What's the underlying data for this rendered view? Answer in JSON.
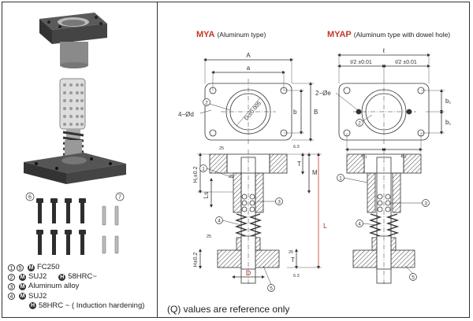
{
  "titles": {
    "mya_code": "MYA",
    "mya_desc": "(Aluminum type)",
    "myap_code": "MYAP",
    "myap_desc": "(Aluminum type with dowel hole)"
  },
  "dims": {
    "A": "A",
    "a": "a",
    "B": "B",
    "b": "b",
    "d": "4−Ød",
    "D1": "D₁±0.005",
    "e": "2−Øe",
    "l": "ℓ",
    "l2": "ℓ/2 ±0.01",
    "a1": "a₁",
    "b1": "b₁",
    "H1": "H₁±0.2",
    "H": "H±0.2",
    "Ls": "Ls",
    "L": "L",
    "M": "M",
    "T": "T",
    "D": "D",
    "r63": "6.3",
    "r25": "25"
  },
  "parts": [
    "1",
    "2",
    "3",
    "4",
    "5",
    "6",
    "7"
  ],
  "legend": {
    "r1_mark": "1",
    "r1_mark2": "5",
    "r1_text": "FC250",
    "r2_mark": "2",
    "r2_text": "SUJ2",
    "r2_text2": "58HRC~",
    "r3_mark": "3",
    "r3_text": "Aluminum alloy",
    "r4_mark": "4",
    "r4_text": "SUJ2",
    "r5_text": "58HRC ~ ( Induction hardening)",
    "badge_m": "M",
    "badge_h": "H"
  },
  "note": "(Q)  values are reference only"
}
